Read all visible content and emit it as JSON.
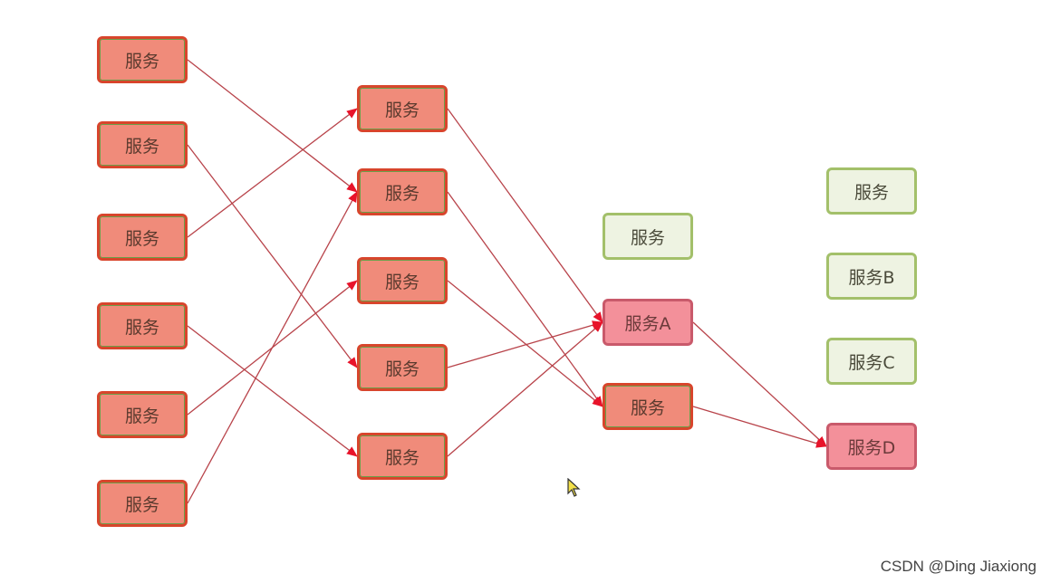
{
  "nodes": [
    {
      "id": "L1",
      "label": "服务",
      "style": "red"
    },
    {
      "id": "L2",
      "label": "服务",
      "style": "red"
    },
    {
      "id": "L3",
      "label": "服务",
      "style": "red"
    },
    {
      "id": "L4",
      "label": "服务",
      "style": "red"
    },
    {
      "id": "L5",
      "label": "服务",
      "style": "red"
    },
    {
      "id": "L6",
      "label": "服务",
      "style": "red"
    },
    {
      "id": "M1",
      "label": "服务",
      "style": "red"
    },
    {
      "id": "M2",
      "label": "服务",
      "style": "red"
    },
    {
      "id": "M3",
      "label": "服务",
      "style": "red"
    },
    {
      "id": "M4",
      "label": "服务",
      "style": "red"
    },
    {
      "id": "M5",
      "label": "服务",
      "style": "red"
    },
    {
      "id": "R1",
      "label": "服务",
      "style": "green"
    },
    {
      "id": "RA",
      "label": "服务A",
      "style": "pink"
    },
    {
      "id": "R2",
      "label": "服务",
      "style": "red"
    },
    {
      "id": "F1",
      "label": "服务",
      "style": "green"
    },
    {
      "id": "FB",
      "label": "服务B",
      "style": "green"
    },
    {
      "id": "FC",
      "label": "服务C",
      "style": "green"
    },
    {
      "id": "FD",
      "label": "服务D",
      "style": "pink"
    }
  ],
  "edges": [
    [
      "L1",
      "M2"
    ],
    [
      "L2",
      "M4"
    ],
    [
      "L3",
      "M1"
    ],
    [
      "L4",
      "M5"
    ],
    [
      "L5",
      "M3"
    ],
    [
      "L6",
      "M2"
    ],
    [
      "M1",
      "RA"
    ],
    [
      "M2",
      "R2"
    ],
    [
      "M3",
      "R2"
    ],
    [
      "M4",
      "RA"
    ],
    [
      "M5",
      "RA"
    ],
    [
      "RA",
      "FD"
    ],
    [
      "R2",
      "FD"
    ]
  ],
  "colors": {
    "edge": "#b8434a",
    "arrowhead": "#e8132a",
    "red_fill": "#f08b7a",
    "red_border": "#d8452c",
    "pink_fill": "#f3909a",
    "green_fill": "#eef3e2",
    "green_border": "#a3c06a"
  },
  "watermark": "CSDN @Ding Jiaxiong"
}
